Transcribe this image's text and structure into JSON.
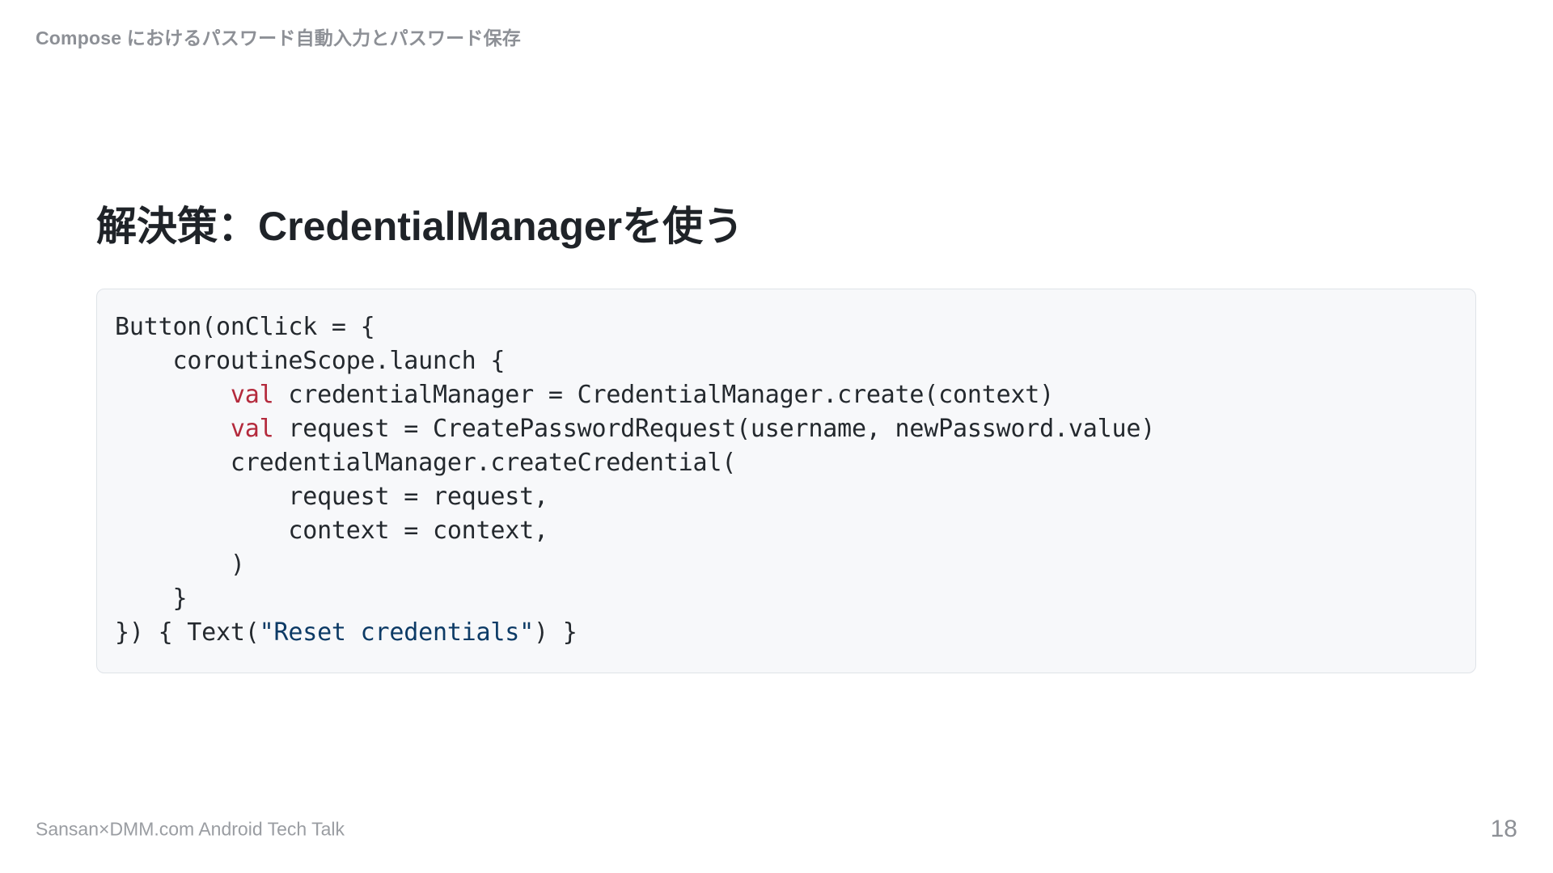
{
  "slide": {
    "header": "Compose におけるパスワード自動入力とパスワード保存",
    "title": "解決策：CredentialManagerを使う",
    "footer": "Sansan×DMM.com Android Tech Talk",
    "page_number": "18",
    "colors": {
      "header_text": "#8d9096",
      "title_text": "#1f2328",
      "footer_text": "#9a9da2",
      "page_number_text": "#8d9096",
      "code_background": "#f7f8fa",
      "code_border": "#dfe3e8",
      "code_text": "#24292e",
      "code_keyword": "#b42a3c",
      "code_string": "#0d3b66",
      "slide_background": "#ffffff"
    }
  },
  "code": {
    "language": "kotlin",
    "lines": [
      {
        "indent": 0,
        "tokens": [
          {
            "t": "plain",
            "v": "Button(onClick = {"
          }
        ]
      },
      {
        "indent": 1,
        "tokens": [
          {
            "t": "plain",
            "v": "coroutineScope.launch {"
          }
        ]
      },
      {
        "indent": 2,
        "tokens": [
          {
            "t": "keyword",
            "v": "val"
          },
          {
            "t": "plain",
            "v": " credentialManager = CredentialManager.create(context)"
          }
        ]
      },
      {
        "indent": 2,
        "tokens": [
          {
            "t": "keyword",
            "v": "val"
          },
          {
            "t": "plain",
            "v": " request = CreatePasswordRequest(username, newPassword.value)"
          }
        ]
      },
      {
        "indent": 2,
        "tokens": [
          {
            "t": "plain",
            "v": "credentialManager.createCredential("
          }
        ]
      },
      {
        "indent": 3,
        "tokens": [
          {
            "t": "plain",
            "v": "request = request,"
          }
        ]
      },
      {
        "indent": 3,
        "tokens": [
          {
            "t": "plain",
            "v": "context = context,"
          }
        ]
      },
      {
        "indent": 2,
        "tokens": [
          {
            "t": "plain",
            "v": ")"
          }
        ]
      },
      {
        "indent": 1,
        "tokens": [
          {
            "t": "plain",
            "v": "}"
          }
        ]
      },
      {
        "indent": 0,
        "tokens": [
          {
            "t": "plain",
            "v": "}) { Text("
          },
          {
            "t": "string",
            "v": "\"Reset credentials\""
          },
          {
            "t": "plain",
            "v": ") }"
          }
        ]
      }
    ],
    "plain_text": "Button(onClick = {\n    coroutineScope.launch {\n        val credentialManager = CredentialManager.create(context)\n        val request = CreatePasswordRequest(username, newPassword.value)\n        credentialManager.createCredential(\n            request = request,\n            context = context,\n        )\n    }\n}) { Text(\"Reset credentials\") }"
  }
}
